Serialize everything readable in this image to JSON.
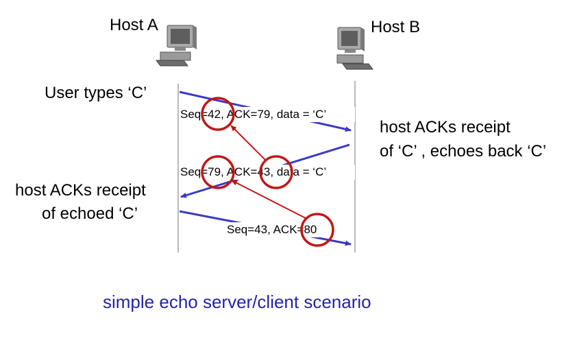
{
  "hosts": {
    "a_label": "Host A",
    "b_label": "Host B"
  },
  "annotations": {
    "user_types": "User types ‘C’",
    "host_b_note_line1": "host ACKs receipt",
    "host_b_note_line2": "of ‘C’ , echoes back ‘C’",
    "host_a_note_line1": "host ACKs receipt",
    "host_a_note_line2": "of echoed ‘C’"
  },
  "segments": [
    {
      "label": "Seq=42, ACK=79, data = ‘C’"
    },
    {
      "label": "Seq=79, ACK=43, data = ‘C’"
    },
    {
      "label": "Seq=43, ACK=80"
    }
  ],
  "caption": "simple echo server/client scenario",
  "colors": {
    "segment_arrow": "#3a3ac4",
    "highlight": "#c01818",
    "caption": "#2323a8",
    "timeline": "#888888"
  },
  "icons": {
    "host_a": "desktop-computer-icon",
    "host_b": "desktop-computer-icon"
  }
}
